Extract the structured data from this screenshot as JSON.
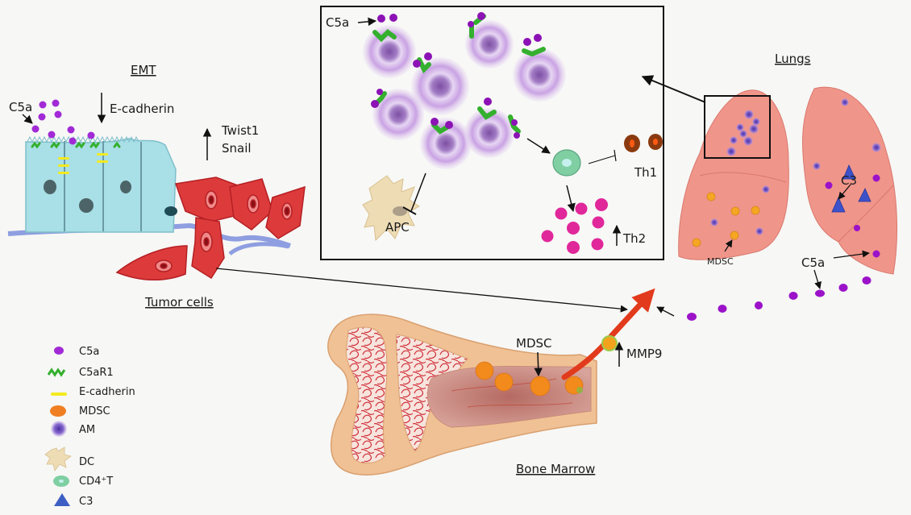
{
  "figure": {
    "title": "C5a / C5aR1 axis in tumor metastasis to lungs",
    "panels": {
      "emt": {
        "heading": "EMT",
        "c5a_label": "C5a",
        "ecadherin_label": "E-cadherin",
        "ecadherin_direction": "down",
        "twist_label": "Twist1",
        "snail_label": "Snail",
        "twist_snail_direction": "up",
        "tumor_label": "Tumor cells"
      },
      "inset": {
        "c5a_label": "C5a",
        "apc_label": "APC",
        "th1_label": "Th1",
        "th2_label": "Th2",
        "th2_direction": "up"
      },
      "lungs": {
        "heading": "Lungs",
        "mdsc_label": "MDSC",
        "c3_label": "C3",
        "c5a_label": "C5a"
      },
      "bone_marrow": {
        "heading": "Bone Marrow",
        "mdsc_label": "MDSC",
        "mmp9_label": "MMP9",
        "mmp9_direction": "up"
      }
    },
    "legend": [
      {
        "icon": "c5a-dot-icon",
        "label": "C5a",
        "color": "#a12ad6"
      },
      {
        "icon": "c5ar1-squiggle-icon",
        "label": "C5aR1",
        "color": "#34b02e"
      },
      {
        "icon": "ecadherin-bar-icon",
        "label": "E-cadherin",
        "color": "#f3ea1f"
      },
      {
        "icon": "mdsc-dot-icon",
        "label": "MDSC",
        "color": "#ef7f22"
      },
      {
        "icon": "am-cell-icon",
        "label": "AM",
        "color": "#3b2fa6"
      },
      {
        "icon": "dc-cell-icon",
        "label": "DC",
        "color": "#eedcb5"
      },
      {
        "icon": "cd4t-cell-icon",
        "label": "CD4⁺T",
        "color": "#7fcfa3"
      },
      {
        "icon": "c3-triangle-icon",
        "label": "C3",
        "color": "#3d5fc4"
      }
    ],
    "colors": {
      "c5a": "#9b22cf",
      "c5ar1": "#34b02e",
      "ecadherin": "#f3ea1f",
      "mdsc": "#ef8a1d",
      "am": "#c9a4e6",
      "epithelium": "#a9dfe6",
      "tumor": "#dd3b3b",
      "lung": "#f0958a",
      "bone": "#f0c194",
      "th2": "#e0289a",
      "th1": "#8b3a0f",
      "c3": "#3d52c9"
    }
  }
}
